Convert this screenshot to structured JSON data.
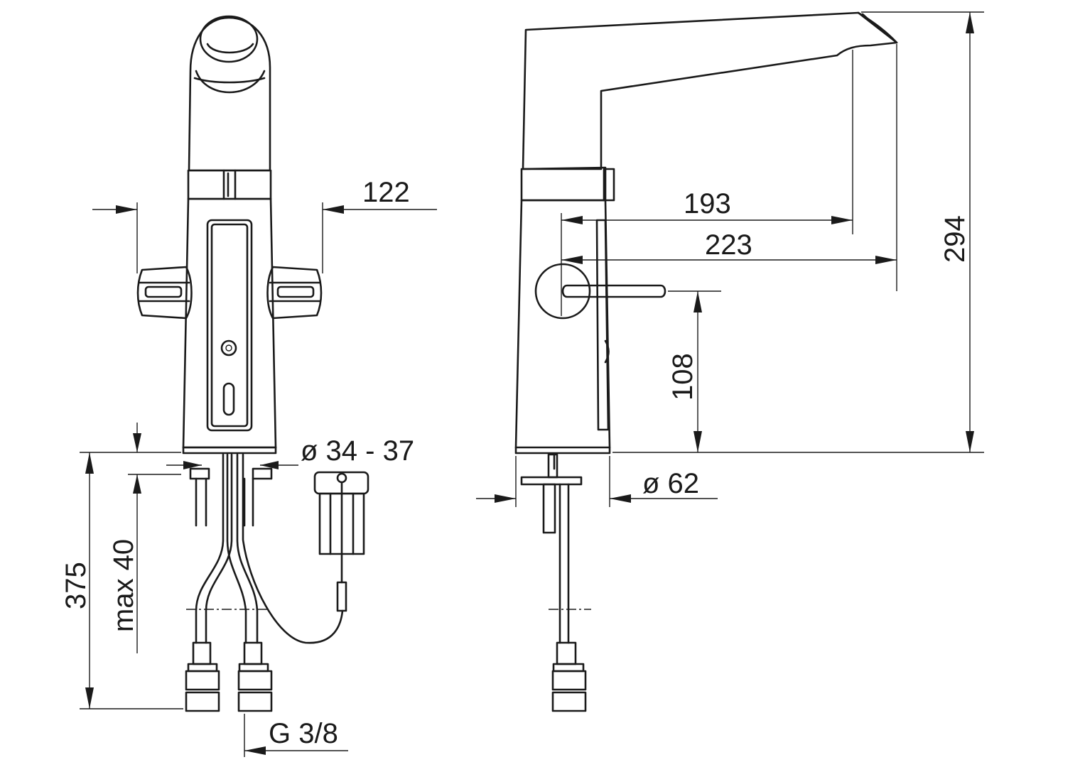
{
  "dimensions": {
    "width_122": "122",
    "reach_193": "193",
    "reach_223": "223",
    "height_294": "294",
    "height_108": "108",
    "hole_dia": "ø 34 - 37",
    "base_dia": "ø 62",
    "length_375": "375",
    "max_40": "max 40",
    "thread": "G 3/8"
  },
  "colors": {
    "line": "#1a1a1a",
    "background": "#ffffff"
  }
}
